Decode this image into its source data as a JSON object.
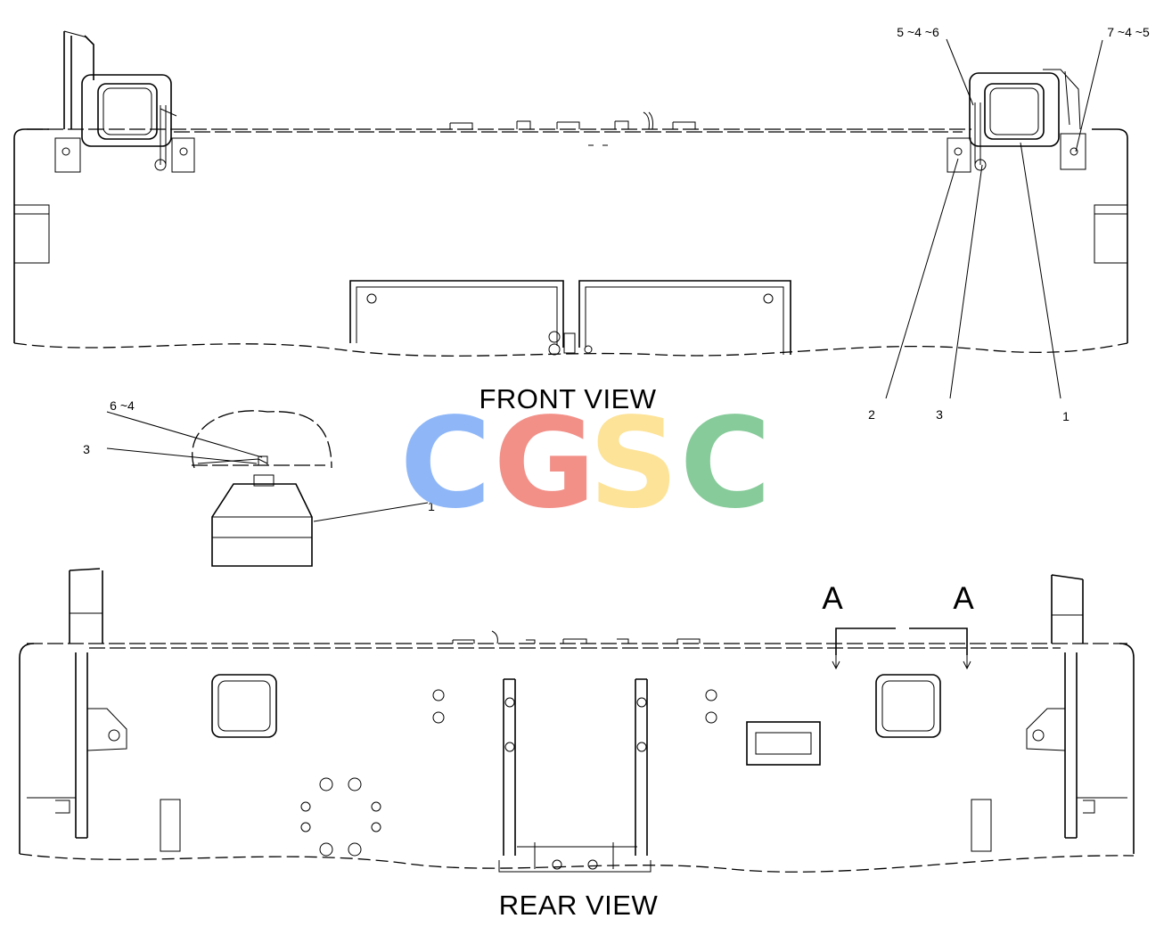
{
  "views": {
    "front_title": "FRONT VIEW",
    "rear_title": "REAR VIEW"
  },
  "section": {
    "left": "A",
    "right": "A"
  },
  "callouts": {
    "front_top_a": "5 ~4 ~6",
    "front_top_b": "7 ~4 ~5",
    "front_bottom_2": "2",
    "front_bottom_3": "3",
    "front_bottom_1": "1",
    "detail_6_4": "6 ~4",
    "detail_3": "3",
    "detail_1": "1"
  },
  "watermark": {
    "letters": [
      "C",
      "G",
      "S",
      "C"
    ],
    "colors": [
      "#8ab4f8",
      "#f28b82",
      "#fde293",
      "#81c995"
    ]
  }
}
